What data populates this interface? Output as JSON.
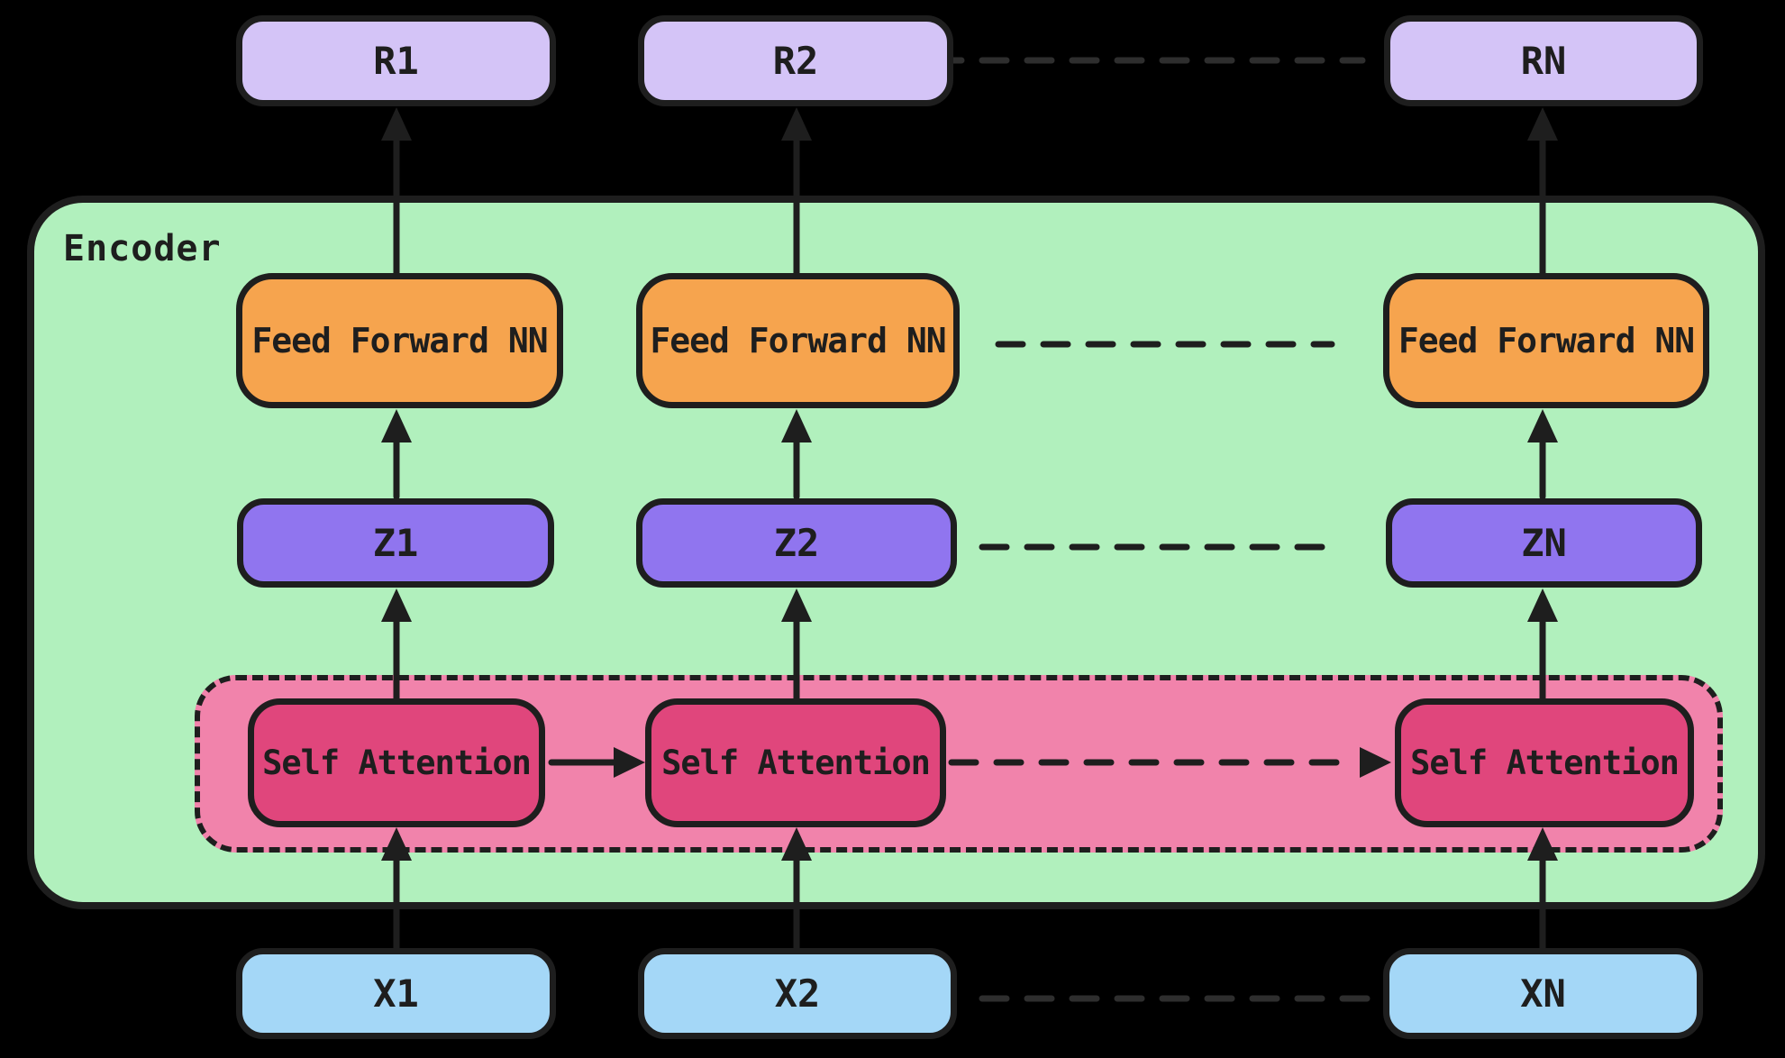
{
  "encoder": {
    "label": "Encoder"
  },
  "rows": {
    "outputs": [
      "R1",
      "R2",
      "RN"
    ],
    "ffn": [
      "Feed Forward NN",
      "Feed Forward NN",
      "Feed Forward NN"
    ],
    "z": [
      "Z1",
      "Z2",
      "ZN"
    ],
    "self_attention": [
      "Self Attention",
      "Self Attention",
      "Self Attention"
    ],
    "inputs": [
      "X1",
      "X2",
      "XN"
    ]
  },
  "colors": {
    "background": "#000000",
    "stroke": "#1e1e1e",
    "stroke_dim": "#2e2e2e",
    "text": "#1e1e1e",
    "encoder_fill": "#b1f0bd",
    "attention_container_fill": "#f183ab",
    "attention_fill": "#e0467c",
    "output_fill": "#d4c4f7",
    "ffn_fill": "#f6a44e",
    "z_fill": "#9075ef",
    "input_fill": "#a4d7f7"
  }
}
